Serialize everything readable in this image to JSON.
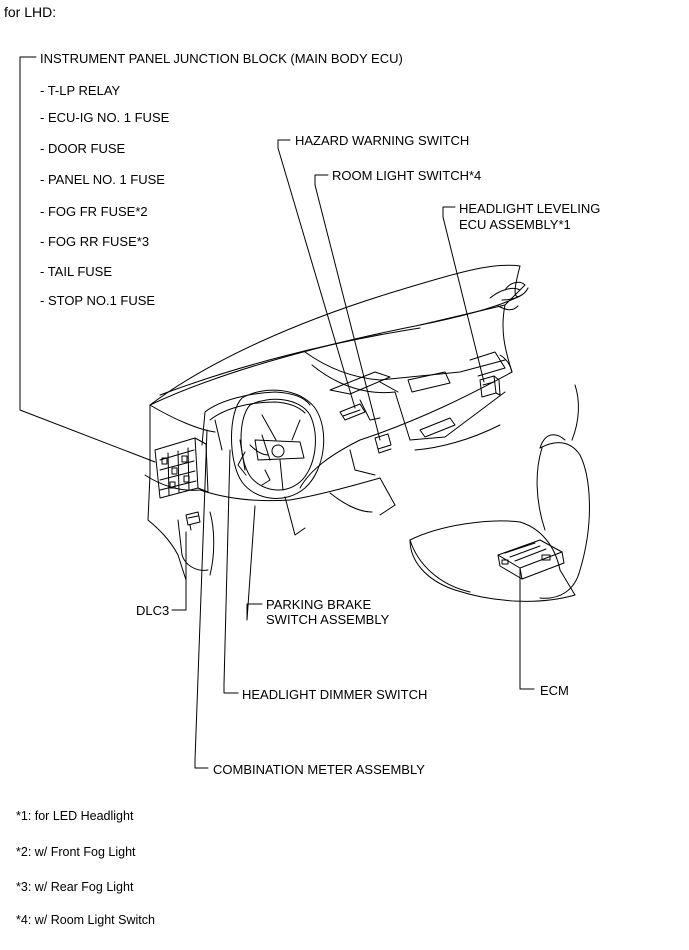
{
  "heading": "for LHD:",
  "junction_block": {
    "title": "INSTRUMENT PANEL JUNCTION BLOCK (MAIN BODY ECU)",
    "items": [
      "- T-LP RELAY",
      "- ECU-IG NO. 1 FUSE",
      "- DOOR FUSE",
      "- PANEL NO. 1 FUSE",
      "- FOG FR FUSE*2",
      "- FOG RR FUSE*3",
      "- TAIL FUSE",
      "- STOP NO.1 FUSE"
    ]
  },
  "labels": {
    "hazard_warning_switch": "HAZARD WARNING SWITCH",
    "room_light_switch": "ROOM LIGHT SWITCH*4",
    "headlight_leveling_line1": "HEADLIGHT LEVELING",
    "headlight_leveling_line2": "ECU ASSEMBLY*1",
    "dlc3": "DLC3",
    "parking_brake_line1": "PARKING BRAKE",
    "parking_brake_line2": "SWITCH ASSEMBLY",
    "headlight_dimmer_switch": "HEADLIGHT DIMMER SWITCH",
    "ecm": "ECM",
    "combination_meter_assembly": "COMBINATION METER ASSEMBLY"
  },
  "notes": [
    "*1: for LED Headlight",
    "*2: w/ Front Fog Light",
    "*3: w/ Rear Fog Light",
    "*4: w/ Room Light Switch"
  ]
}
